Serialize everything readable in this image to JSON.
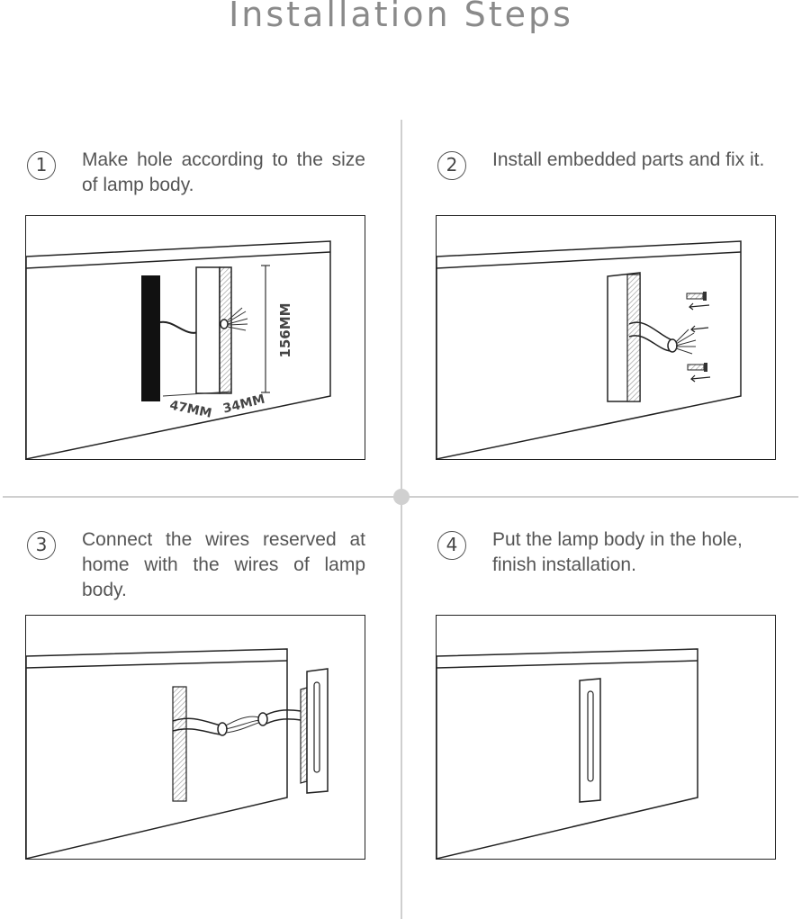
{
  "header": {
    "title": "Installation Steps"
  },
  "steps": [
    {
      "number": "1",
      "text": "Make hole according to the size of lamp body."
    },
    {
      "number": "2",
      "text": "Install embedded parts and fix it."
    },
    {
      "number": "3",
      "text": "Connect the wires reserved at home with the wires of lamp body."
    },
    {
      "number": "4",
      "text": "Put the lamp body in the hole, finish installation."
    }
  ],
  "dimensions": {
    "height": "156MM",
    "width": "47MM",
    "depth": "34MM"
  }
}
